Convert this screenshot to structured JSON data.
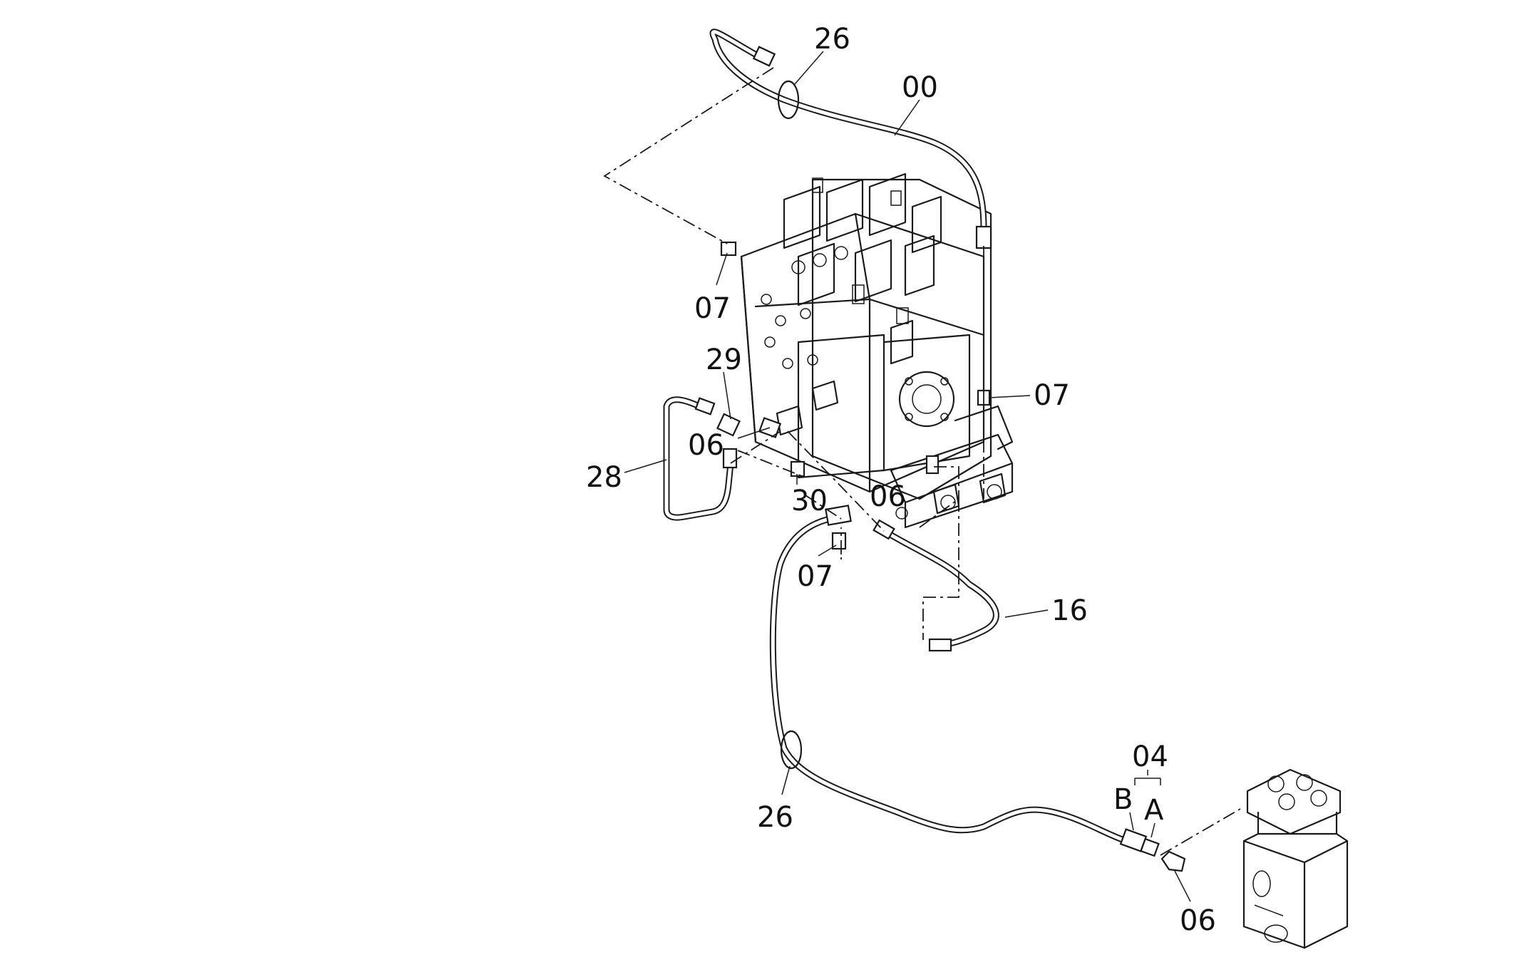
{
  "callouts": {
    "c26_top": "26",
    "c00": "00",
    "c07_left": "07",
    "c29": "29",
    "c07_right": "07",
    "c06_left": "06",
    "c28": "28",
    "c30": "30",
    "c06_mid": "06",
    "c07_bottom": "07",
    "c16": "16",
    "c04": "04",
    "cB": "B",
    "cA": "A",
    "c26_bottom": "26",
    "c06_bottom": "06"
  }
}
